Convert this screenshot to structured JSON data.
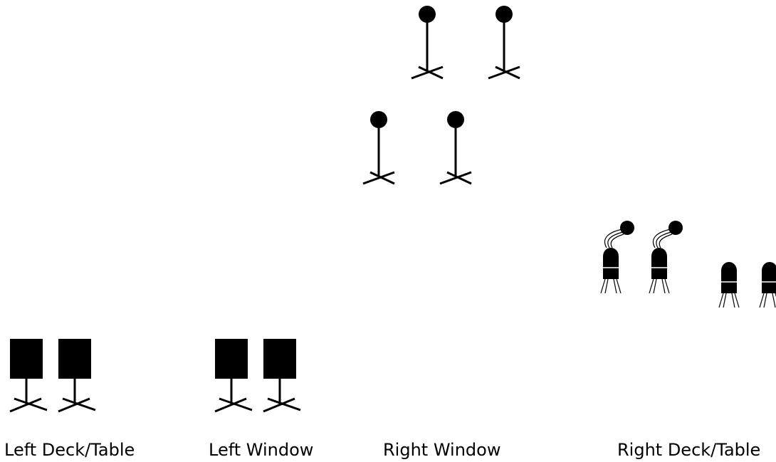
{
  "labels": {
    "left_deck_table": "Left Deck/Table",
    "left_window": "Left Window",
    "right_window": "Right Window",
    "right_deck_table": "Right Deck/Table"
  },
  "icons": {
    "ball_stand": "ball-on-tripod-stand-icon",
    "box_stand": "box-speaker-on-stand-icon",
    "capsule_with_ball": "capsule-speaker-with-tethered-ball-icon",
    "capsule": "capsule-speaker-icon"
  },
  "colors": {
    "ink": "#000000",
    "background": "#ffffff"
  }
}
